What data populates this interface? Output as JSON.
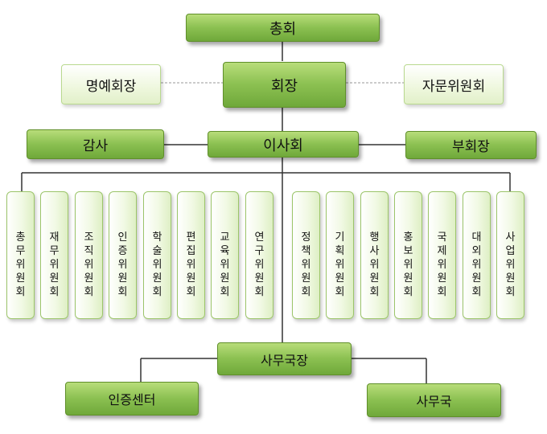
{
  "top": {
    "general_assembly": "총회",
    "president": "회장",
    "honorary_president": "명예회장",
    "advisory_committee": "자문위원회"
  },
  "board": {
    "auditor": "감사",
    "board_of_directors": "이사회",
    "vice_president": "부회장"
  },
  "committees_left": [
    "총무위원회",
    "재무위원회",
    "조직위원회",
    "인증위원회",
    "학술위원회",
    "편집위원회",
    "교육위원회",
    "연구위원회"
  ],
  "committees_right": [
    "정책위원회",
    "기획위원회",
    "행사위원회",
    "홍보위원회",
    "국제위원회",
    "대외위원회",
    "사업위원회"
  ],
  "secretariat": {
    "secretary_general": "사무국장",
    "certification_center": "인증센터",
    "secretariat_office": "사무국"
  }
}
